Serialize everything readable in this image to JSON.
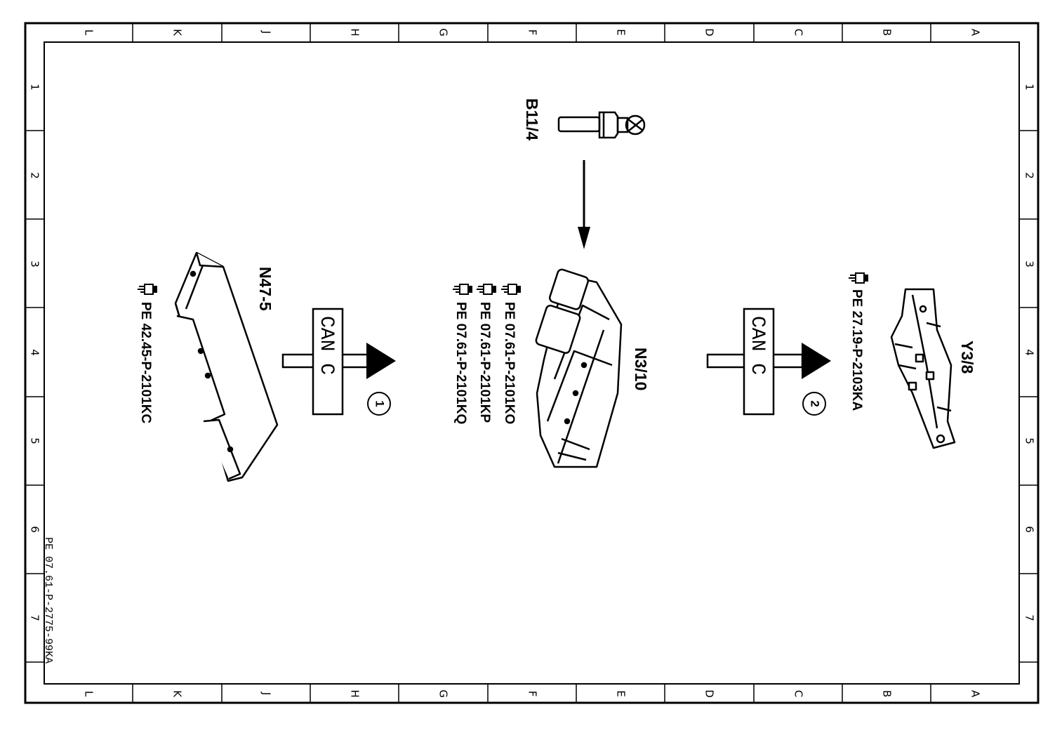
{
  "frame": {
    "column_labels": [
      "L",
      "K",
      "J",
      "H",
      "G",
      "F",
      "E",
      "D",
      "C",
      "B",
      "A"
    ],
    "row_labels": [
      "1",
      "2",
      "3",
      "4",
      "5",
      "6",
      "7"
    ],
    "drawing_id": "PE 07.61-P-2775-99KA"
  },
  "components": {
    "sensor": {
      "label": "B11/4"
    },
    "control_unit": {
      "label": "N3/10",
      "refs": [
        "PE  07.61-P-2101KO",
        "PE  07.61-P-2101KP",
        "PE  07.61-P-2101KQ"
      ]
    },
    "left_module": {
      "label": "N47-5",
      "refs": [
        "PE  42.45-P-2101KC"
      ]
    },
    "right_valve": {
      "label": "Y3/8",
      "refs": [
        "PE  27.19-P-2103KA"
      ]
    }
  },
  "connections": [
    {
      "bus": "CAN  C",
      "number": "1"
    },
    {
      "bus": "CAN  C",
      "number": "2"
    }
  ],
  "icons": {
    "reference": "pointing-hand-icon"
  }
}
